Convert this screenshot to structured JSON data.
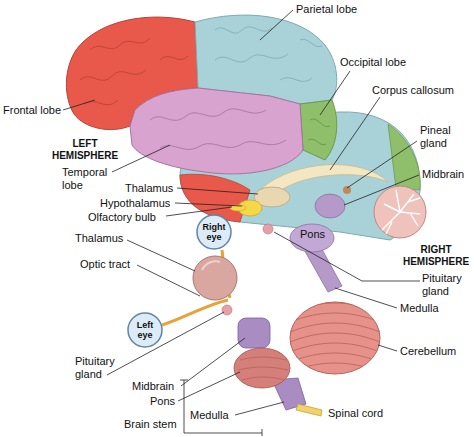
{
  "diagram": {
    "nodes": [
      {
        "text": [
          "Right eye"
        ]
      },
      {
        "text": [
          "Left eye"
        ]
      }
    ],
    "labels": [
      "Parietal lobe",
      "Occipital lobe",
      "Corpus callosum",
      "Frontal lobe",
      "LEFT HEMISPHERE",
      "Pineal gland",
      "Temporal lobe",
      "Midbrain",
      "Thalamus",
      "Hypothalamus",
      "Olfactory bulb",
      "Thalamus",
      "Pons",
      "RIGHT HEMISPHERE",
      "Optic tract",
      "Pituitary gland",
      "Medulla",
      "Cerebellum",
      "Pituitary gland",
      "Midbrain",
      "Pons",
      "Spinal cord",
      "Medulla",
      "Brain stem"
    ]
  }
}
